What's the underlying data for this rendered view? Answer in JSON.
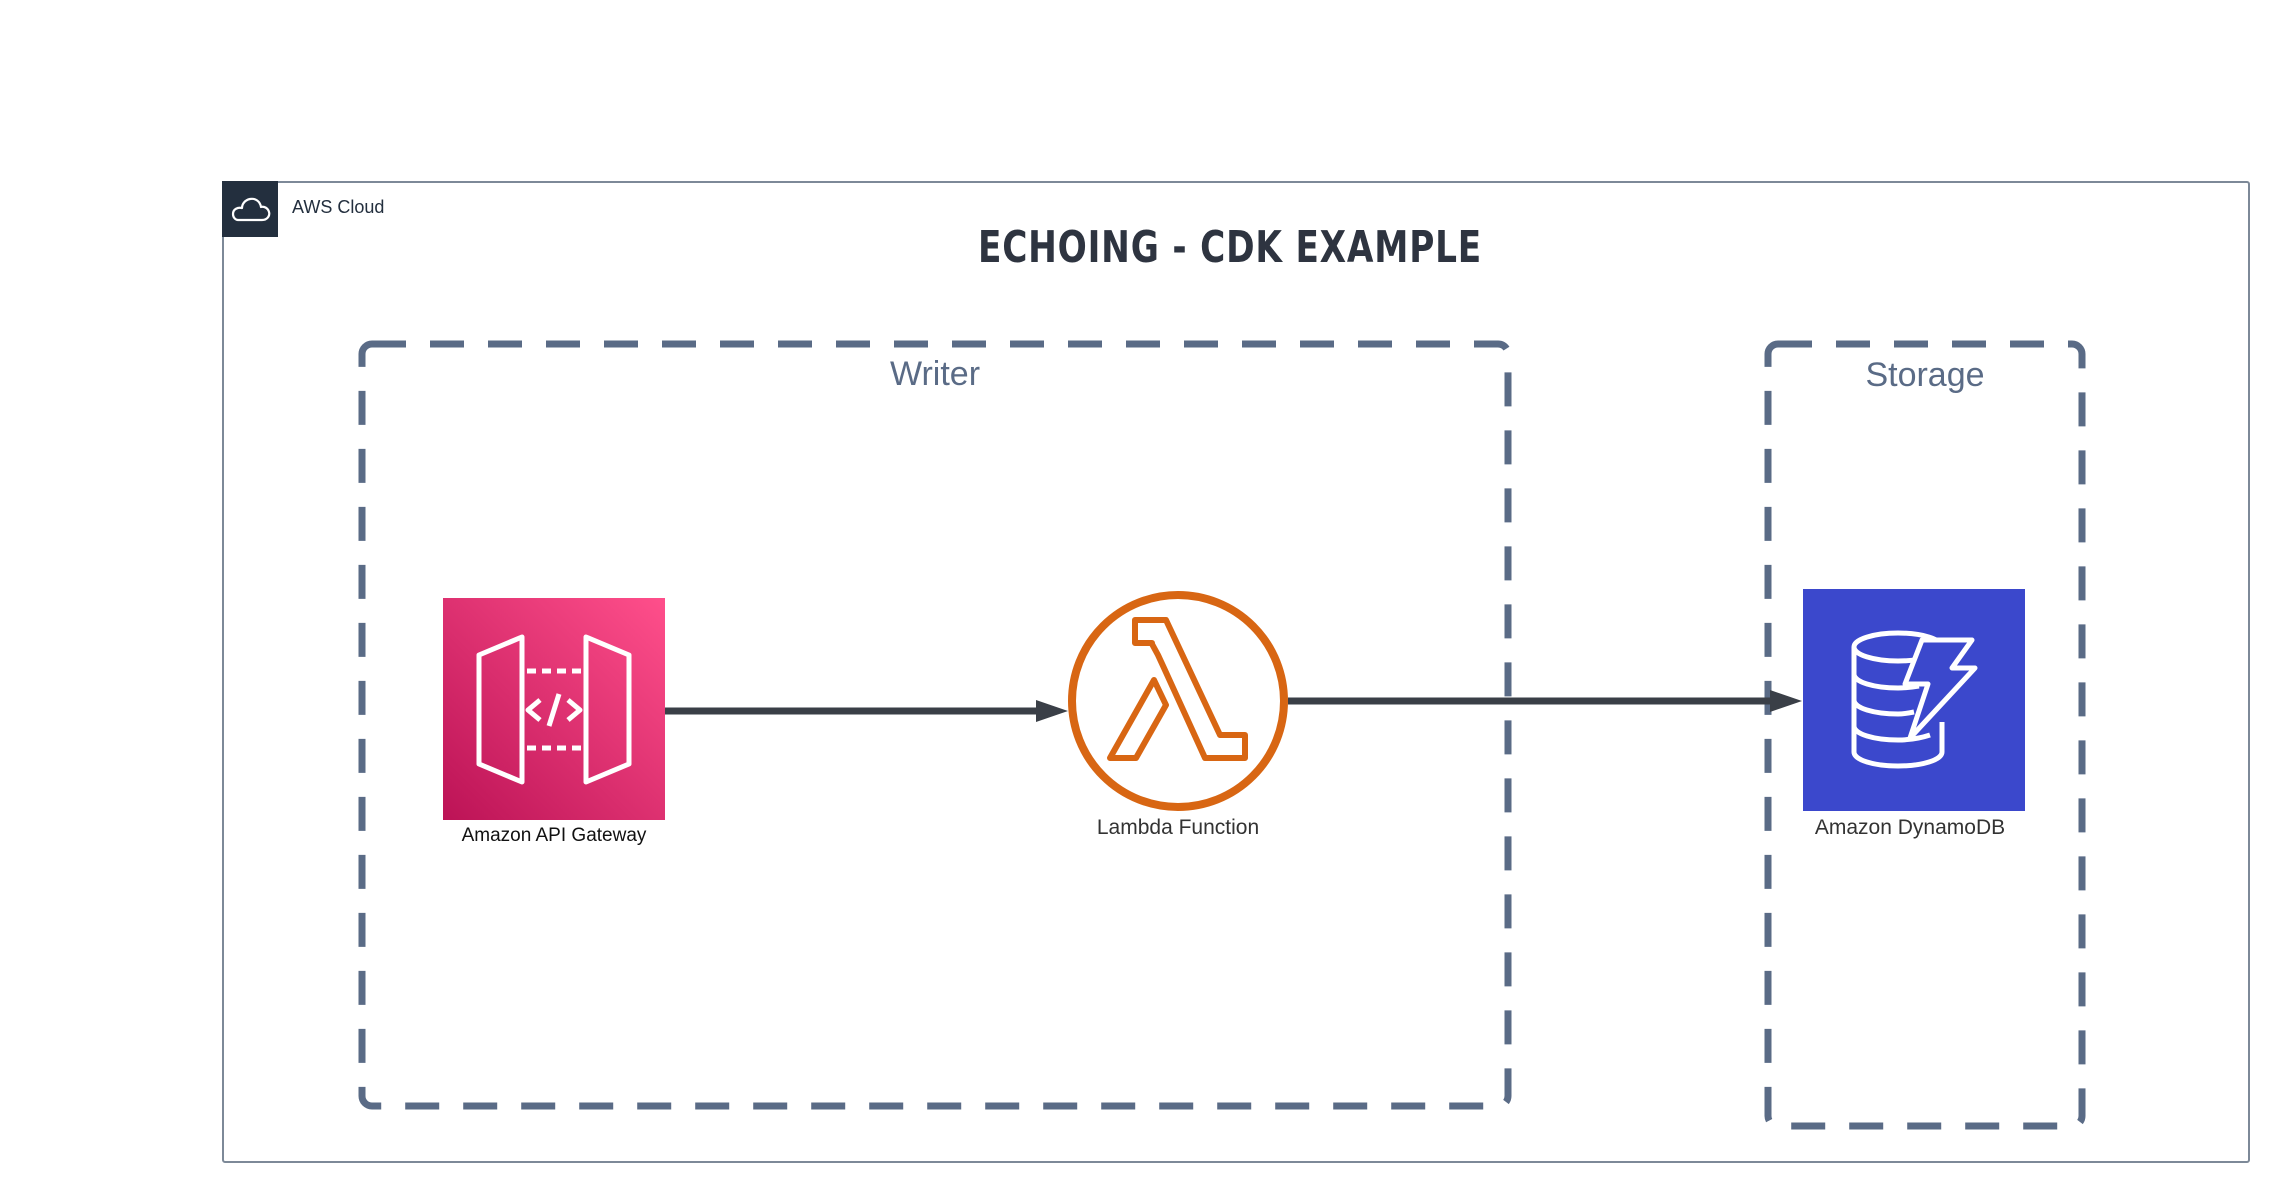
{
  "title": "ECHOING - CDK EXAMPLE",
  "cloud": {
    "label": "AWS Cloud",
    "icon": "cloud-icon"
  },
  "groups": {
    "writer": {
      "label": "Writer"
    },
    "storage": {
      "label": "Storage"
    }
  },
  "nodes": {
    "api_gateway": {
      "label": "Amazon API Gateway",
      "icon": "api-gateway-icon"
    },
    "lambda": {
      "label": "Lambda Function",
      "icon": "lambda-icon"
    },
    "dynamodb": {
      "label": "Amazon DynamoDB",
      "icon": "dynamodb-icon"
    }
  },
  "colors": {
    "cloud_badge": "#232f3e",
    "group_border": "#5a6b86",
    "api_gateway_top": "#ff4f8b",
    "api_gateway_bottom": "#bc1356",
    "lambda": "#d86613",
    "dynamodb": "#3b48cc",
    "arrow": "#3a3f47"
  }
}
